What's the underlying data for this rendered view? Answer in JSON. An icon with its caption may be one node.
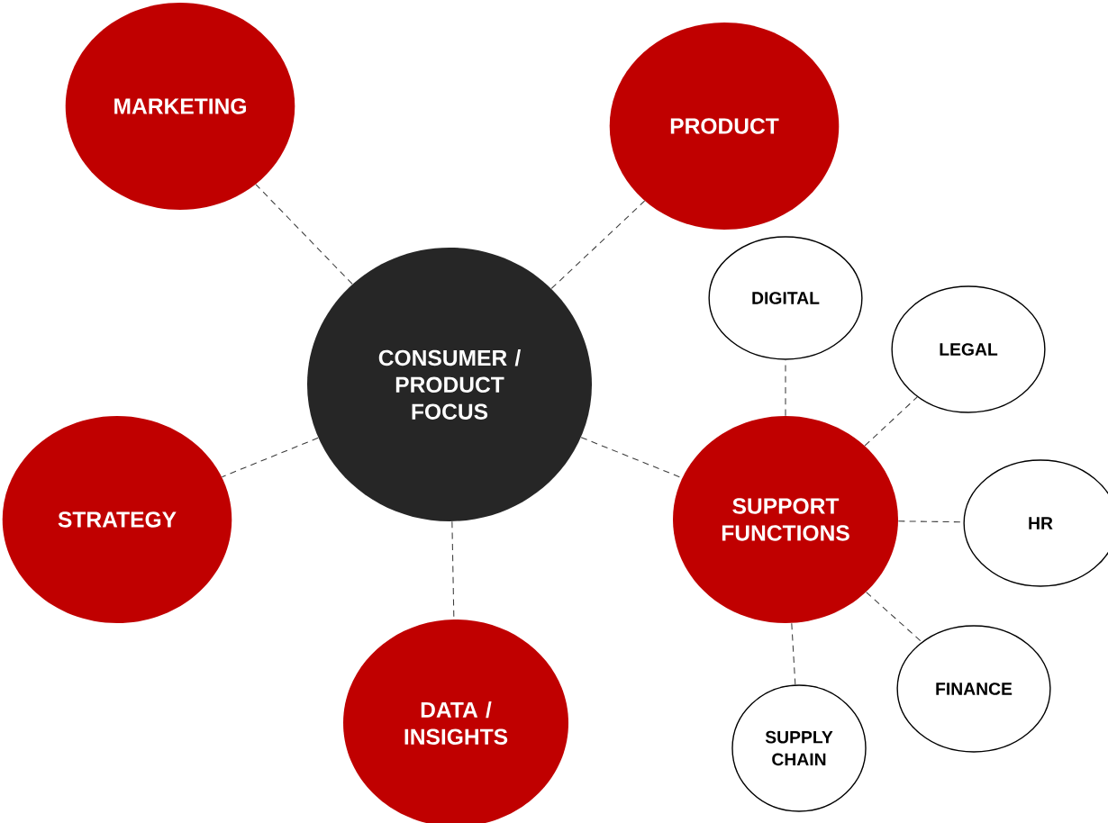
{
  "diagram": {
    "nodes": [
      {
        "text": [
          "CONSUMER / PRODUCT FOCUS"
        ]
      },
      {
        "text": [
          "MARKETING"
        ]
      },
      {
        "text": [
          "PRODUCT"
        ]
      },
      {
        "text": [
          "STRATEGY"
        ]
      },
      {
        "text": [
          "DATA / INSIGHTS"
        ]
      },
      {
        "text": [
          "SUPPORT FUNCTIONS"
        ]
      },
      {
        "text": [
          "DIGITAL"
        ]
      },
      {
        "text": [
          "LEGAL"
        ]
      },
      {
        "text": [
          "HR"
        ]
      },
      {
        "text": [
          "FINANCE"
        ]
      },
      {
        "text": [
          "SUPPLY CHAIN"
        ]
      }
    ],
    "edges": [
      {
        "from": 0,
        "to": 1,
        "arrow": "none",
        "style": "dashed"
      },
      {
        "from": 0,
        "to": 2,
        "arrow": "none",
        "style": "dashed"
      },
      {
        "from": 0,
        "to": 3,
        "arrow": "none",
        "style": "dashed"
      },
      {
        "from": 0,
        "to": 4,
        "arrow": "none",
        "style": "dashed"
      },
      {
        "from": 0,
        "to": 5,
        "arrow": "none",
        "style": "dashed"
      },
      {
        "from": 5,
        "to": 6,
        "arrow": "none",
        "style": "dashed"
      },
      {
        "from": 5,
        "to": 7,
        "arrow": "none",
        "style": "dashed"
      },
      {
        "from": 5,
        "to": 8,
        "arrow": "none",
        "style": "dashed"
      },
      {
        "from": 5,
        "to": 9,
        "arrow": "none",
        "style": "dashed"
      },
      {
        "from": 5,
        "to": 10,
        "arrow": "none",
        "style": "dashed"
      }
    ]
  }
}
